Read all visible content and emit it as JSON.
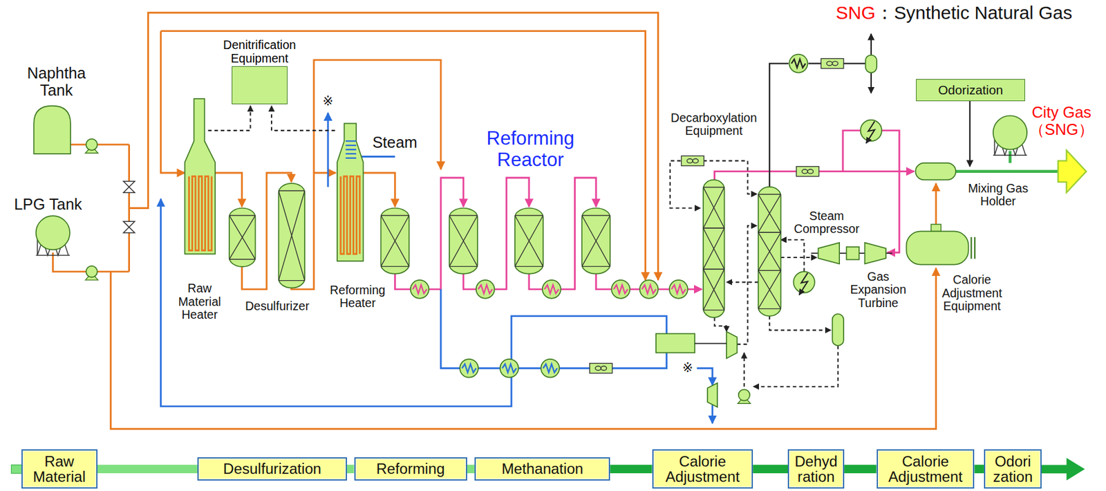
{
  "diagram": {
    "nodes": [
      {
        "text": [
          "Denitrification Equipment"
        ]
      },
      {
        "text": [
          "Odorization"
        ]
      },
      {
        "text": [
          "Raw Material"
        ]
      },
      {
        "text": [
          "Desulfurization"
        ]
      },
      {
        "text": [
          "Reforming"
        ]
      },
      {
        "text": [
          "Methanation"
        ]
      },
      {
        "text": [
          "Calorie Adjustment"
        ]
      },
      {
        "text": [
          "Dehyd ration"
        ]
      },
      {
        "text": [
          "Calorie Adjustment"
        ]
      },
      {
        "text": [
          "Odori zation"
        ]
      }
    ],
    "edges": [
      {
        "from": 2,
        "to": 3,
        "arrow": "none"
      },
      {
        "from": 3,
        "to": 4,
        "arrow": "none"
      },
      {
        "from": 4,
        "to": 5,
        "arrow": "none"
      },
      {
        "from": 5,
        "to": 6,
        "arrow": "none"
      },
      {
        "from": 6,
        "to": 7,
        "arrow": "none"
      },
      {
        "from": 7,
        "to": 8,
        "arrow": "none"
      },
      {
        "from": 8,
        "to": 9,
        "arrow": "none"
      }
    ],
    "labels": [
      "SNG",
      "：Synthetic Natural Gas",
      "Naphtha Tank",
      "LPG Tank",
      "Raw Material Heater",
      "Desulfurizer",
      "Reforming Heater",
      "※",
      "Steam",
      "Reforming Reactor",
      "Decarboxylation Equipment",
      "Steam Compressor",
      "Gas Expansion Turbine",
      "Calorie Adjustment Equipment",
      "City Gas （SNG）",
      "Mixing Gas Holder",
      "※"
    ]
  }
}
